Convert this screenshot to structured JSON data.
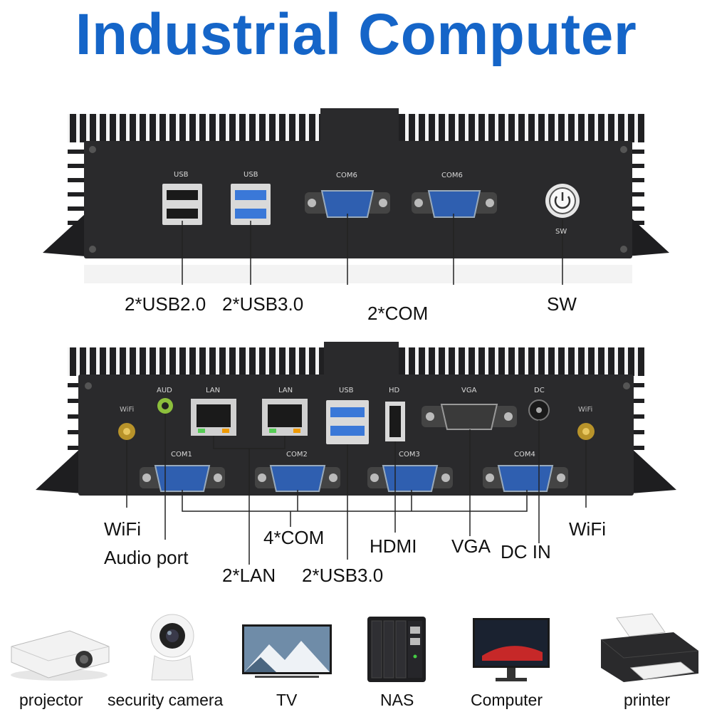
{
  "title": "Industrial Computer",
  "colors": {
    "title": "#1565c8",
    "chassis": "#2a2a2c",
    "db9": "#2f5fb0",
    "usb3": "#3a78d8"
  },
  "front_panel": {
    "port_labels": {
      "usb_a": "USB",
      "usb_b": "USB",
      "com_a": "COM6",
      "com_b": "COM6",
      "sw": "SW"
    },
    "callouts": {
      "usb2": "2*USB2.0",
      "usb3": "2*USB3.0",
      "com": "2*COM",
      "sw": "SW"
    }
  },
  "rear_panel": {
    "port_labels": {
      "wifi_left": "WiFi",
      "aud": "AUD",
      "lan1": "LAN",
      "lan2": "LAN",
      "usb": "USB",
      "hd": "HD",
      "vga": "VGA",
      "dc": "DC",
      "wifi_right": "WiFi",
      "com1": "COM1",
      "com2": "COM2",
      "com3": "COM3",
      "com4": "COM4"
    },
    "callouts": {
      "wifi_left": "WiFi",
      "audio": "Audio port",
      "lan": "2*LAN",
      "com": "4*COM",
      "usb3": "2*USB3.0",
      "hdmi": "HDMI",
      "vga": "VGA",
      "dc_in": "DC IN",
      "wifi_right": "WiFi"
    }
  },
  "applications": [
    {
      "label": "projector",
      "icon": "projector-icon"
    },
    {
      "label": "security camera",
      "icon": "security-camera-icon"
    },
    {
      "label": "TV",
      "icon": "tv-icon"
    },
    {
      "label": "NAS",
      "icon": "nas-icon"
    },
    {
      "label": "Computer",
      "icon": "monitor-icon"
    },
    {
      "label": "printer",
      "icon": "printer-icon"
    }
  ]
}
